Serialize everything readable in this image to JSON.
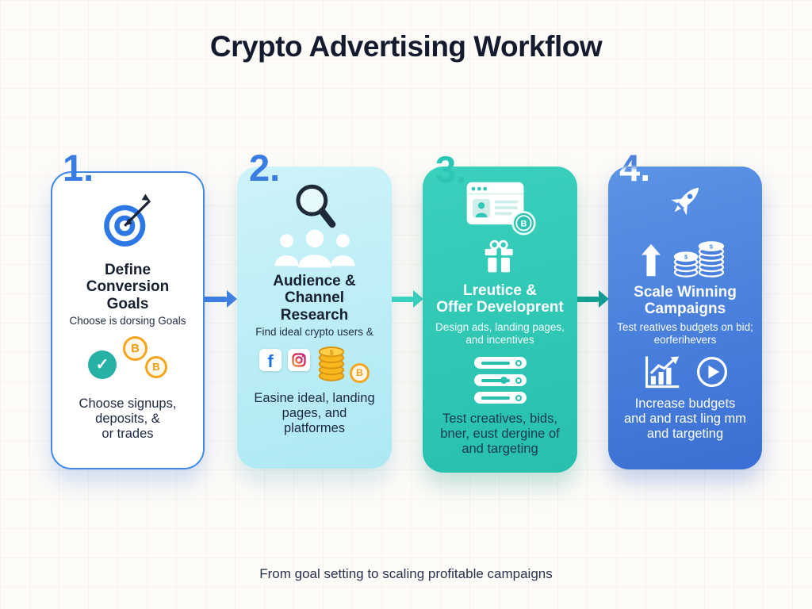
{
  "title": "Crypto Advertising Workflow",
  "footer": "From goal setting to scaling profitable campaigns",
  "symbols": {
    "bitcoin": "B",
    "check": "✓",
    "facebook": "f",
    "dollar": "$"
  },
  "colors": {
    "title_text": "#141b2e",
    "card1_border": "#3f87e8",
    "card2_bg": "#bdeef6",
    "card3_bg": "#2fc8b6",
    "card4_bg": "#4a80dd",
    "arrow1": "#3c7ce2",
    "arrow2": "#38d3c0",
    "arrow3": "#12a090",
    "coin_gold": "#f6a61e",
    "check_teal": "#27b0a5"
  },
  "steps": [
    {
      "number": "1.",
      "title": "Define\nConversion\nGoals",
      "subtitle": "Choose is dorsing Goals",
      "body": "Choose signups,\ndeposits, &\nor trades",
      "icons": [
        "target-icon",
        "check-icon",
        "bitcoin-coin-icon",
        "bitcoin-coin-icon"
      ]
    },
    {
      "number": "2.",
      "title": "Audience &\nChannel\nResearch",
      "subtitle": "Find ideal crypto users &",
      "body": "Easine ideal, landing\npages, and\nplatformes",
      "icons": [
        "magnifier-icon",
        "audience-icon",
        "facebook-icon",
        "instagram-icon",
        "gold-coin-stack-icon",
        "bitcoin-coin-icon"
      ]
    },
    {
      "number": "3.",
      "title": "Lreutice &\nOffer Developrent",
      "subtitle": "Design ads, landing pages,\nand incentives",
      "body": "Test creatives, bids,\nbner, eust dergine of\nand targeting",
      "icons": [
        "ad-browser-icon",
        "bitcoin-badge-icon",
        "gift-icon",
        "sliders-icon"
      ]
    },
    {
      "number": "4.",
      "title": "Scale Winning\nCampaigns",
      "subtitle": "Test reatives budgets on bid;\neorferihevers",
      "body": "Increase budgets\nand and rast ling mm\nand targeting",
      "icons": [
        "rocket-icon",
        "up-arrow-icon",
        "coin-stacks-icon",
        "growth-chart-icon",
        "play-icon"
      ]
    }
  ]
}
